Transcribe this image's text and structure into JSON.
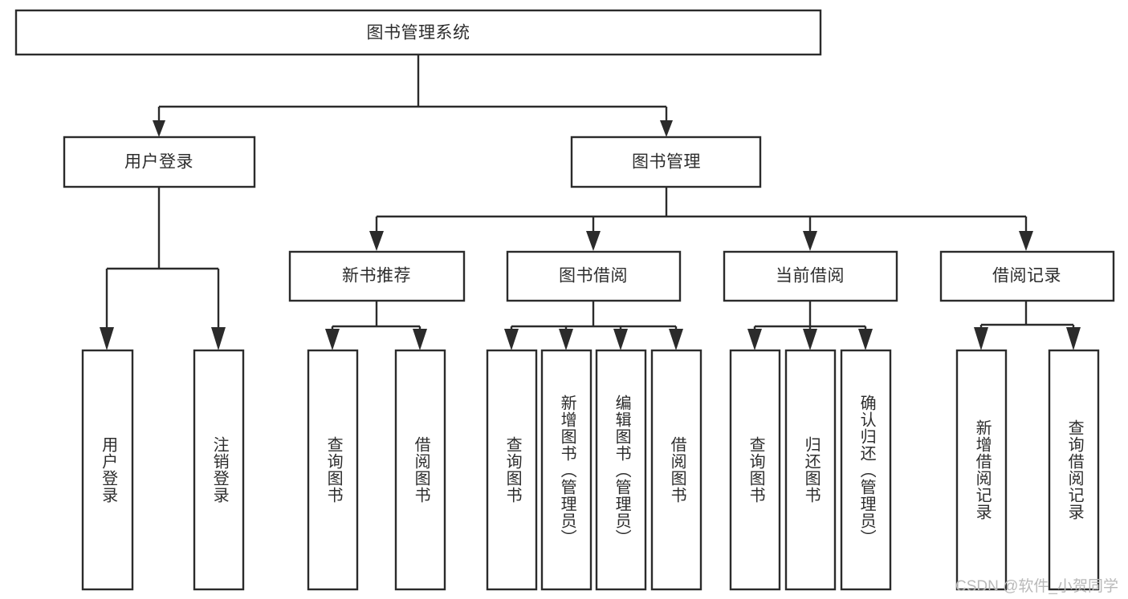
{
  "diagram": {
    "title": "图书管理系统",
    "type": "tree-hierarchy",
    "root": {
      "id": "root",
      "label": "图书管理系统"
    },
    "level1": [
      {
        "id": "user-login",
        "label": "用户登录"
      },
      {
        "id": "book-manage",
        "label": "图书管理"
      }
    ],
    "level2": [
      {
        "id": "new-book-rec",
        "label": "新书推荐",
        "parent": "book-manage"
      },
      {
        "id": "book-borrow",
        "label": "图书借阅",
        "parent": "book-manage"
      },
      {
        "id": "current-borrow",
        "label": "当前借阅",
        "parent": "book-manage"
      },
      {
        "id": "borrow-record",
        "label": "借阅记录",
        "parent": "book-manage"
      }
    ],
    "leaves": [
      {
        "id": "leaf-user-login",
        "label": "用户登录",
        "parent": "user-login"
      },
      {
        "id": "leaf-logout",
        "label": "注销登录",
        "parent": "user-login"
      },
      {
        "id": "leaf-query-book-1",
        "label": "查询图书",
        "parent": "new-book-rec"
      },
      {
        "id": "leaf-borrow-book-1",
        "label": "借阅图书",
        "parent": "new-book-rec"
      },
      {
        "id": "leaf-query-book-2",
        "label": "查询图书",
        "parent": "book-borrow"
      },
      {
        "id": "leaf-add-book",
        "label": "新增图书（管理员）",
        "parent": "book-borrow"
      },
      {
        "id": "leaf-edit-book",
        "label": "编辑图书（管理员）",
        "parent": "book-borrow"
      },
      {
        "id": "leaf-borrow-book-2",
        "label": "借阅图书",
        "parent": "book-borrow"
      },
      {
        "id": "leaf-query-book-3",
        "label": "查询图书",
        "parent": "current-borrow"
      },
      {
        "id": "leaf-return-book",
        "label": "归还图书",
        "parent": "current-borrow"
      },
      {
        "id": "leaf-confirm-return",
        "label": "确认归还（管理员）",
        "parent": "current-borrow"
      },
      {
        "id": "leaf-add-record",
        "label": "新增借阅记录",
        "parent": "borrow-record"
      },
      {
        "id": "leaf-query-record",
        "label": "查询借阅记录",
        "parent": "borrow-record"
      }
    ]
  },
  "watermark": {
    "text": "CSDN @软件_小贺同学"
  },
  "colors": {
    "stroke": "#2b2b2b",
    "text": "#2d2d2d",
    "background": "#ffffff",
    "watermark": "#b9b9b9"
  }
}
